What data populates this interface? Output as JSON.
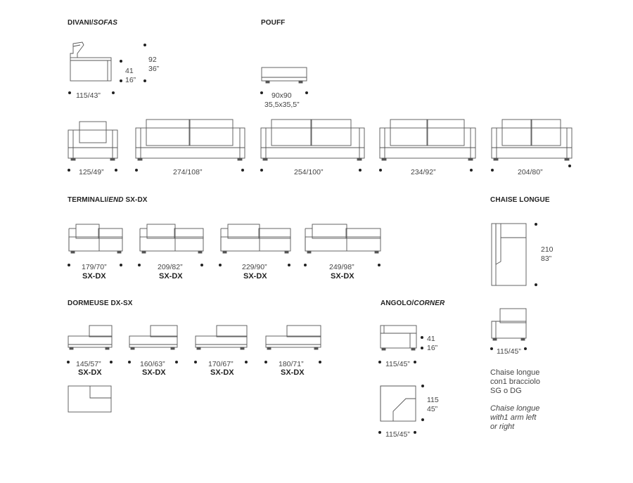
{
  "headings": {
    "sofas_it": "DIVANI/",
    "sofas_en": "SOFAS",
    "pouff": "POUFF",
    "end_it": "TERMINALI/",
    "end_en": "END",
    "end_suffix": " SX-DX",
    "chaise": "CHAISE LONGUE",
    "dormeuse": "DORMEUSE DX-SX",
    "corner_it": "ANGOLO/",
    "corner_en": "CORNER"
  },
  "sofas": {
    "depth": "115/43”",
    "seat_h_cm": "41",
    "seat_h_in": "16”",
    "height_cm": "92",
    "height_in": "36”",
    "widths": [
      "125/49”",
      "274/108”",
      "254/100”",
      "234/92”",
      "204/80”"
    ]
  },
  "pouff": {
    "dim1": "90x90",
    "dim2": "35,5x35,5”"
  },
  "end_units": {
    "widths": [
      "179/70”",
      "209/82”",
      "229/90”",
      "249/98”"
    ],
    "side": "SX-DX"
  },
  "dormeuse": {
    "widths": [
      "145/57”",
      "160/63”",
      "170/67”",
      "180/71”"
    ],
    "side": "SX-DX"
  },
  "corner": {
    "unit_w": "115/45”",
    "seat_h_cm": "41",
    "seat_h_in": "16”",
    "corner_w": "115/45”",
    "corner_d_cm": "115",
    "corner_d_in": "45”"
  },
  "chaise": {
    "len_cm": "210",
    "len_in": "83”",
    "width": "115/45”",
    "note_it": [
      "Chaise longue",
      "con1 bracciolo",
      "SG  o DG"
    ],
    "note_en": [
      "Chaise longue",
      "with1 arm left",
      "or right"
    ]
  }
}
